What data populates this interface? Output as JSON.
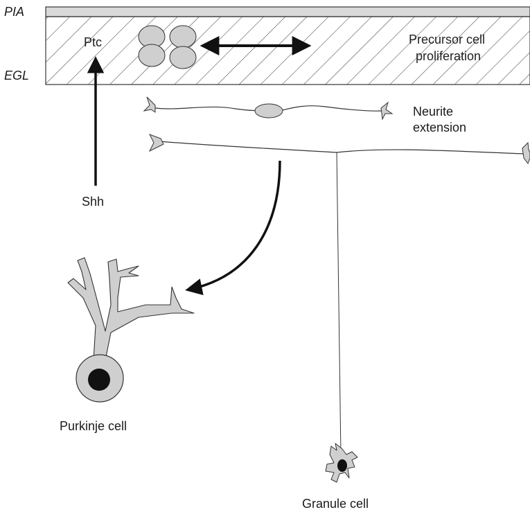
{
  "labels": {
    "pia": "PIA",
    "egl": "EGL",
    "ptc": "Ptc",
    "precursor_line1": "Precursor cell",
    "precursor_line2": "proliferation",
    "neurite_line1": "Neurite",
    "neurite_line2": "extension",
    "shh": "Shh",
    "purkinje": "Purkinje cell",
    "granule": "Granule cell"
  },
  "colors": {
    "cell_fill": "#cfcfcf",
    "nucleus": "#111111",
    "outline": "#333333",
    "pia_fill": "#d9d9d9",
    "hatch": "#444444"
  }
}
